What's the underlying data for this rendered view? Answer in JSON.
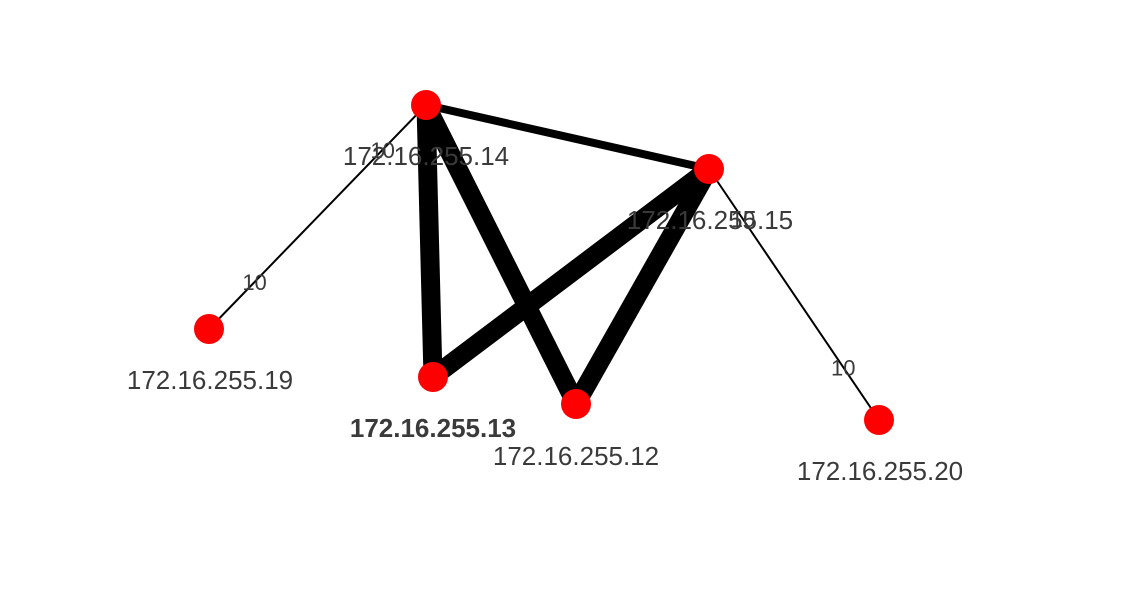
{
  "graph": {
    "node_color": "#ff0000",
    "edge_color": "#000000",
    "label_color": "#3a3a3a",
    "nodes": [
      {
        "id": "n14",
        "label": "172.16.255.14",
        "bold": false
      },
      {
        "id": "n15",
        "label": "172.16.255.15",
        "bold": false
      },
      {
        "id": "n19",
        "label": "172.16.255.19",
        "bold": false
      },
      {
        "id": "n13",
        "label": "172.16.255.13",
        "bold": true
      },
      {
        "id": "n12",
        "label": "172.16.255.12",
        "bold": false
      },
      {
        "id": "n20",
        "label": "172.16.255.20",
        "bold": false
      }
    ],
    "edges": [
      {
        "source": "n14",
        "target": "n19",
        "label": "10",
        "weight": "thin"
      },
      {
        "source": "n14",
        "target": "n19",
        "label": "10",
        "weight": "thin"
      },
      {
        "source": "n15",
        "target": "n20",
        "label": "10",
        "weight": "thin"
      },
      {
        "source": "n15",
        "target": "n20",
        "label": "10",
        "weight": "thin"
      },
      {
        "source": "n14",
        "target": "n15",
        "label": "",
        "weight": "medium"
      },
      {
        "source": "n14",
        "target": "n13",
        "label": "",
        "weight": "heavy"
      },
      {
        "source": "n14",
        "target": "n12",
        "label": "",
        "weight": "heavy"
      },
      {
        "source": "n13",
        "target": "n15",
        "label": "",
        "weight": "heavy"
      },
      {
        "source": "n12",
        "target": "n15",
        "label": "",
        "weight": "heavy"
      }
    ]
  }
}
